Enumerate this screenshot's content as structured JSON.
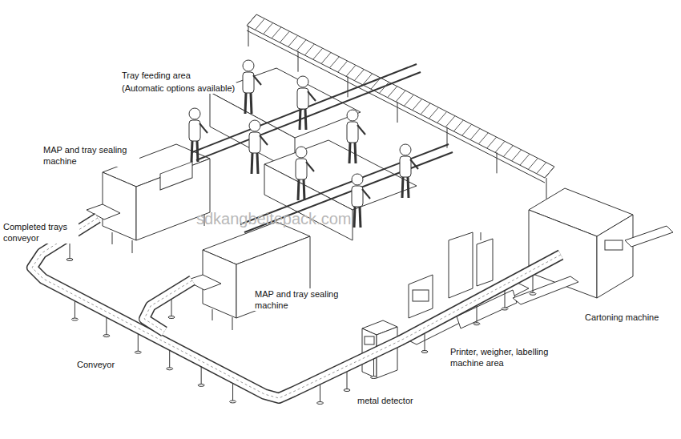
{
  "diagram": {
    "labels": [
      "Tray feeding area",
      "(Automatic options available)",
      "MAP and tray sealing machine",
      "Completed trays conveyor",
      "MAP and tray sealing machine",
      "Conveyor",
      "metal detector",
      "Printer, weigher, labelling machine area",
      "Cartoning machine",
      "sdkangbeitepack.com"
    ]
  }
}
